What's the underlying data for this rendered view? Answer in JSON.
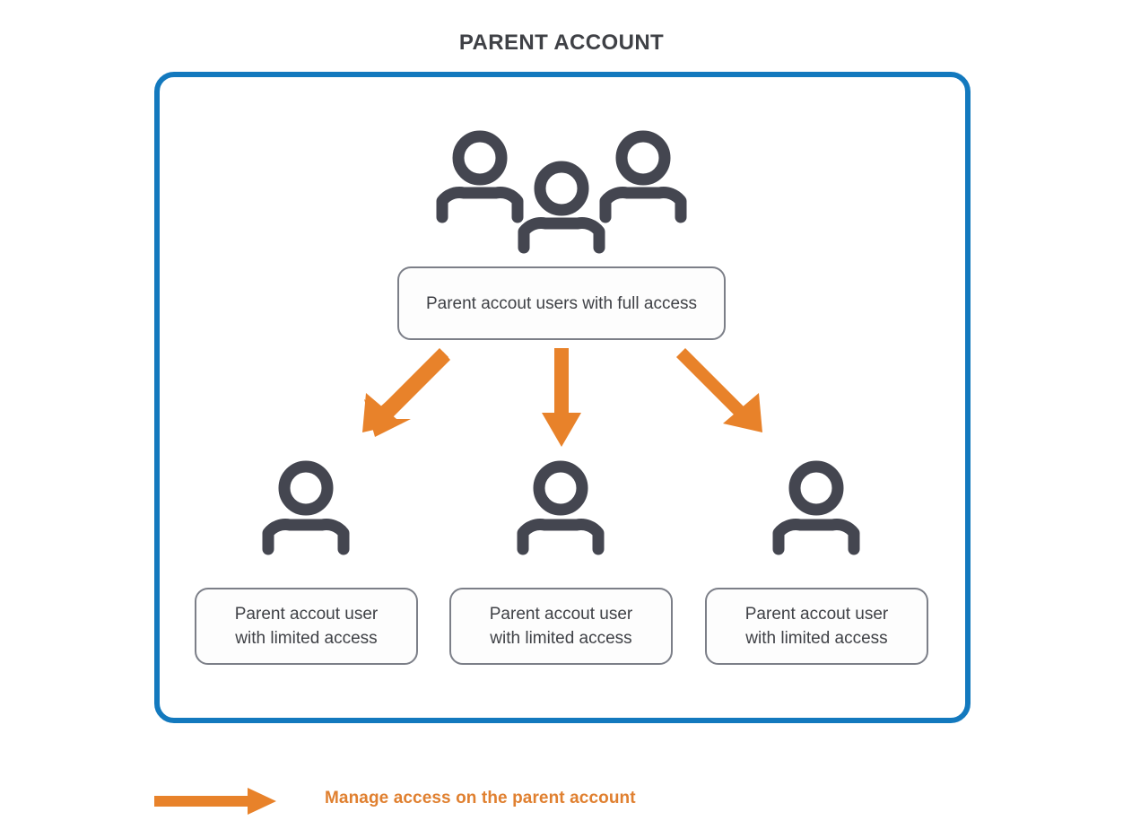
{
  "page": {
    "title": "PARENT ACCOUNT",
    "background_color": "#ffffff"
  },
  "colors": {
    "container_border": "#1379be",
    "box_border": "#7c7f88",
    "icon": "#444650",
    "arrow": "#e8822a",
    "title_text": "#3f4146",
    "box_text": "#3f4146",
    "legend_text": "#e08030"
  },
  "container": {
    "name": "parent-account-container",
    "top_node": {
      "icon": "people-group-icon",
      "label": "Parent accout users with full access"
    },
    "children": [
      {
        "icon": "person-icon",
        "label": "Parent accout user\nwith limited access"
      },
      {
        "icon": "person-icon",
        "label": "Parent accout user\nwith limited access"
      },
      {
        "icon": "person-icon",
        "label": "Parent accout user\nwith limited access"
      }
    ],
    "connectors": [
      {
        "icon": "arrow-down-left-icon",
        "direction": "down-left"
      },
      {
        "icon": "arrow-down-icon",
        "direction": "down"
      },
      {
        "icon": "arrow-down-right-icon",
        "direction": "down-right"
      }
    ]
  },
  "legend": {
    "icon": "arrow-right-icon",
    "label": "Manage access on the parent account"
  }
}
